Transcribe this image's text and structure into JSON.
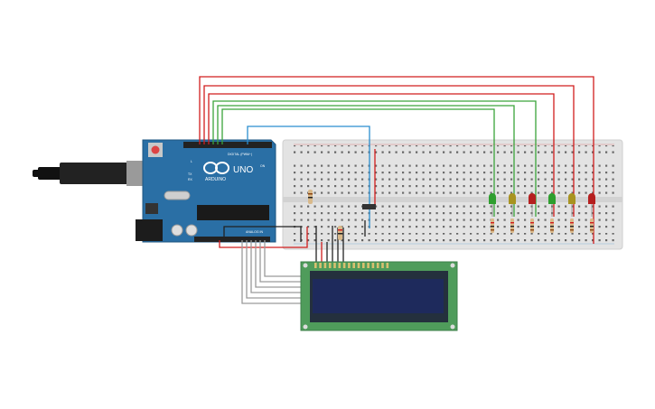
{
  "arduino": {
    "brand": "ARDUINO",
    "model": "UNO",
    "digital_label": "DIGITAL (PWM~)",
    "analog_label": "ANALOG IN",
    "tx_label": "TX",
    "rx_label": "RX",
    "on_label": "ON",
    "l_label": "L"
  },
  "colors": {
    "board": "#2a6fa5",
    "breadboard": "#e3e3e3",
    "wire_red": "#d11d1d",
    "wire_green": "#3aa33a",
    "wire_blue": "#2b8ed0",
    "wire_gray": "#9a9a9a",
    "wire_black": "#222222",
    "lcd_pcb": "#4f9c5b",
    "lcd_screen": "#1e2a5c",
    "led_green": "#2e9e2e",
    "led_yellow": "#a89320",
    "led_red": "#b51f1f"
  },
  "leds": [
    {
      "color": "green"
    },
    {
      "color": "yellow"
    },
    {
      "color": "red"
    },
    {
      "color": "green"
    },
    {
      "color": "yellow"
    },
    {
      "color": "red"
    }
  ]
}
